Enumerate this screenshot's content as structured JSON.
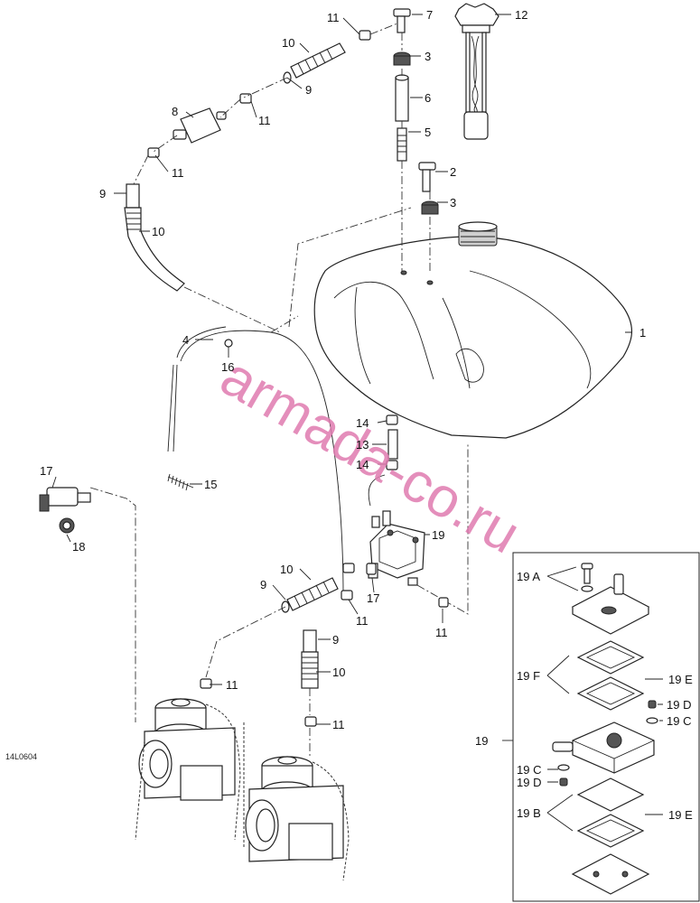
{
  "figure_code": "14L0604",
  "watermark": "armada-co.ru",
  "callouts": {
    "c1": "1",
    "c2": "2",
    "c3a": "3",
    "c3b": "3",
    "c4": "4",
    "c5": "5",
    "c6": "6",
    "c7": "7",
    "c8": "8",
    "c9a": "9",
    "c9b": "9",
    "c9c": "9",
    "c9d": "9",
    "c10a": "10",
    "c10b": "10",
    "c10c": "10",
    "c10d": "10",
    "c11a": "11",
    "c11b": "11",
    "c11c": "11",
    "c11d": "11",
    "c11e": "11",
    "c11f": "11",
    "c11g": "11",
    "c12": "12",
    "c13": "13",
    "c14a": "14",
    "c14b": "14",
    "c15": "15",
    "c16": "16",
    "c17a": "17",
    "c17b": "17",
    "c18": "18",
    "c19": "19",
    "c19main": "19",
    "c19A": "19 A",
    "c19F": "19 F",
    "c19Ea": "19 E",
    "c19Da": "19 D",
    "c19Ca": "19 C",
    "c19Cb": "19 C",
    "c19Db": "19 D",
    "c19B": "19 B",
    "c19Eb": "19 E"
  }
}
